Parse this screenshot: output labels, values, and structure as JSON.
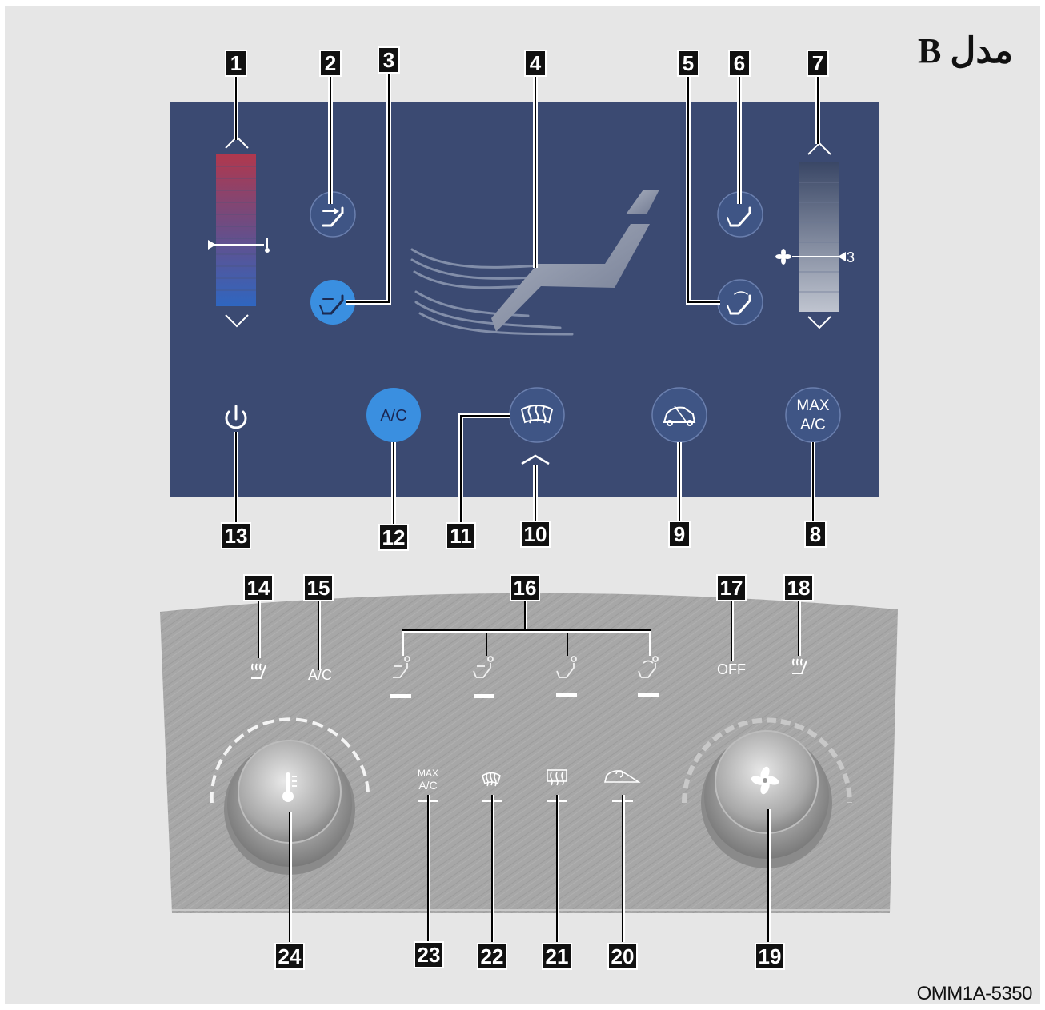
{
  "figure": {
    "title": "مدل B",
    "code": "OMM1A-5350"
  },
  "display": {
    "ac_label": "A/C",
    "max_ac_line1": "MAX",
    "max_ac_line2": "A/C",
    "fan_level": "3"
  },
  "panel": {
    "ac_label": "A/C",
    "off_label": "OFF",
    "max_ac_line1": "MAX",
    "max_ac_line2": "A/C"
  },
  "callouts": [
    "1",
    "2",
    "3",
    "4",
    "5",
    "6",
    "7",
    "8",
    "9",
    "10",
    "11",
    "12",
    "13",
    "14",
    "15",
    "16",
    "17",
    "18",
    "19",
    "20",
    "21",
    "22",
    "23",
    "24"
  ],
  "icons": {
    "temp_up": "chevron-up-icon",
    "temp_down": "chevron-down-icon",
    "face": "vent-face-icon",
    "face_floor": "vent-face-floor-icon",
    "floor": "vent-floor-icon",
    "floor_defrost": "vent-floor-defrost-icon",
    "power": "power-icon",
    "defrost": "defrost-icon",
    "recirc": "recirculation-icon",
    "fan": "fan-icon",
    "rear_defrost": "rear-defrost-icon",
    "seat_heat": "seat-heat-icon"
  },
  "colors": {
    "display_bg": "#3b4a72",
    "active_button": "#3a8fe0",
    "button_bg": "#3f5585",
    "panel_bg": "#a6a6a6",
    "callout_bg": "#111111"
  }
}
